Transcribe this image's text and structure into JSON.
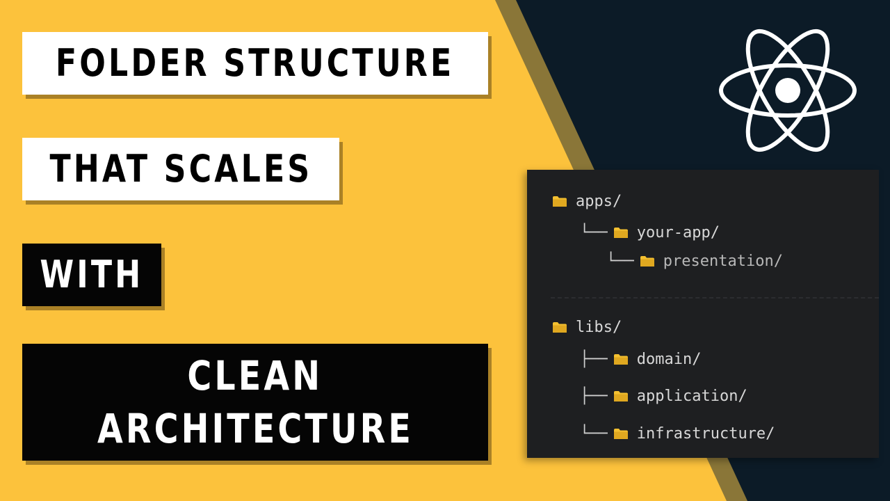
{
  "title": {
    "line1": "FOLDER STRUCTURE",
    "line2": "THAT SCALES",
    "line3": "WITH",
    "line4a": "CLEAN",
    "line4b": "ARCHITECTURE"
  },
  "logo": {
    "icon": "react-atom-icon"
  },
  "tree": {
    "folder_icon": "folder-icon",
    "apps": {
      "branch": "",
      "name": "apps/"
    },
    "your_app": {
      "branch": "└──",
      "name": "your-app/"
    },
    "presentation": {
      "branch": "└──",
      "name": "presentation/"
    },
    "libs": {
      "branch": "",
      "name": "libs/"
    },
    "domain": {
      "branch": "├──",
      "name": "domain/"
    },
    "application": {
      "branch": "├──",
      "name": "application/"
    },
    "infrastructure": {
      "branch": "└──",
      "name": "infrastructure/"
    }
  },
  "colors": {
    "yellow": "#fcc23c",
    "navy": "#0c1b27",
    "stripe": "#8a7638",
    "folder": "#f4c030"
  }
}
